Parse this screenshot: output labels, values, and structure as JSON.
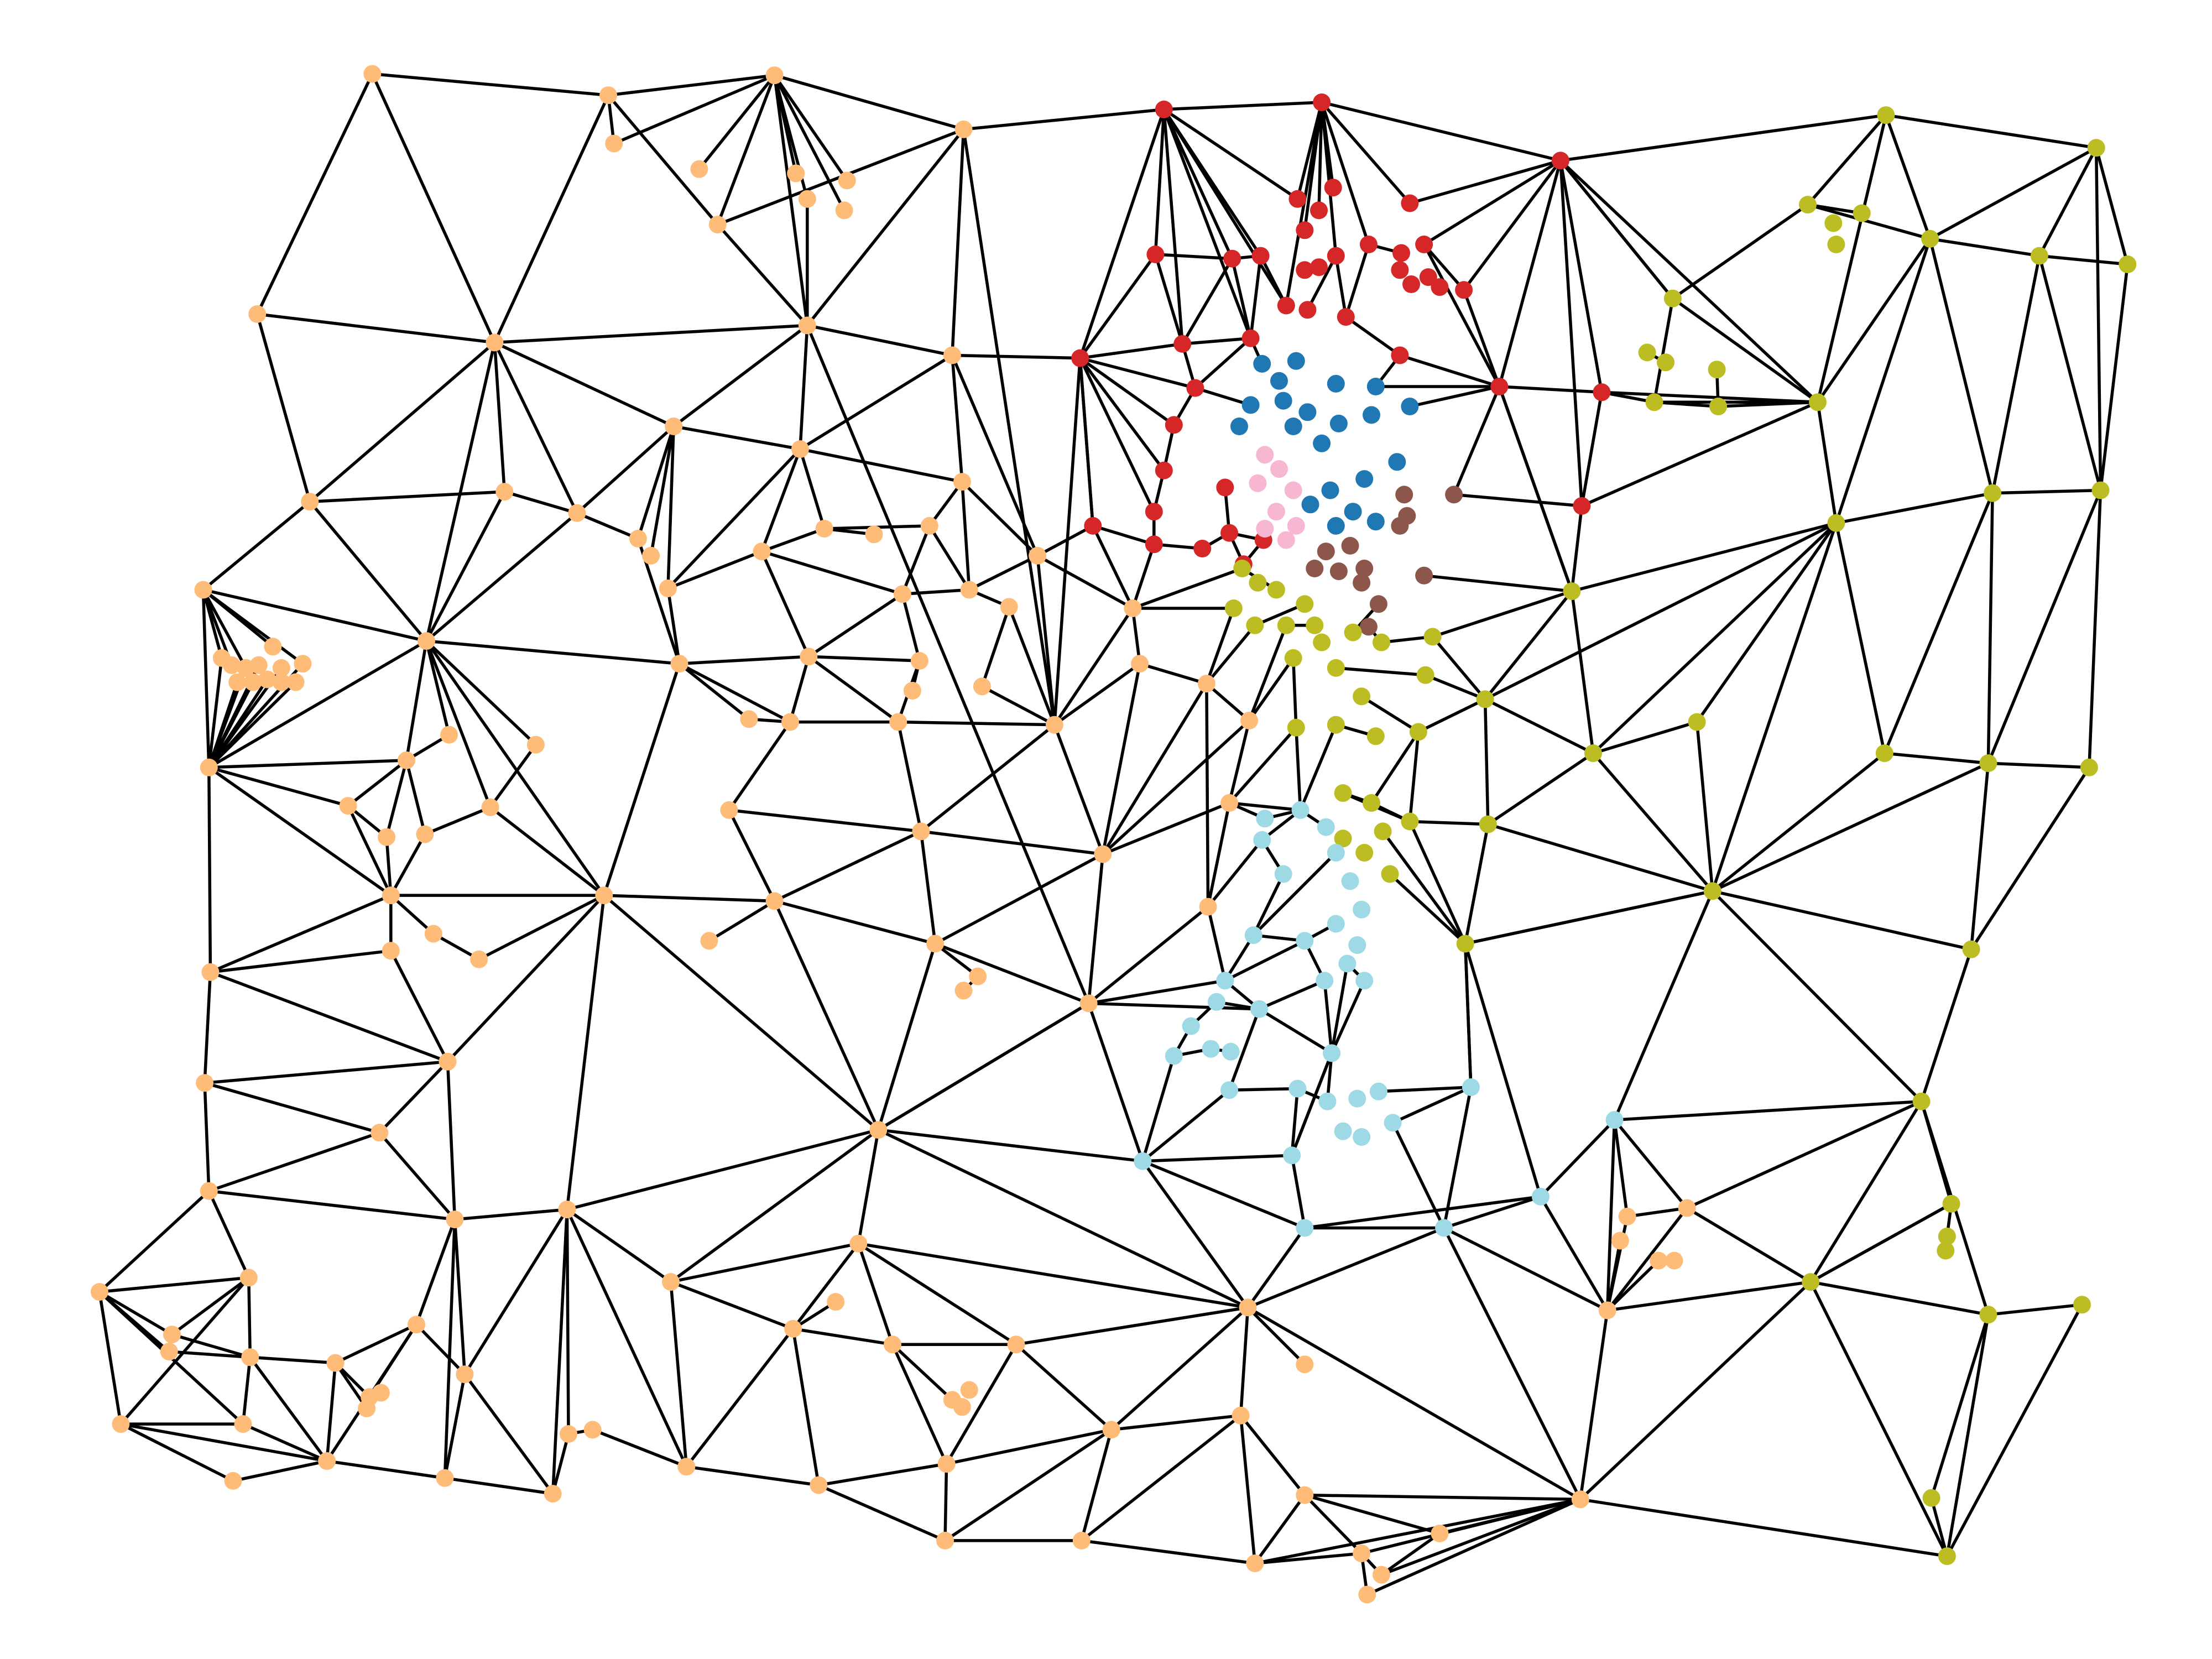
{
  "diagram": {
    "type": "network-graph",
    "node_groups": [
      {
        "id": "orange",
        "color": "#ffbb78"
      },
      {
        "id": "red",
        "color": "#d62728"
      },
      {
        "id": "blue",
        "color": "#1f77b4"
      },
      {
        "id": "pink",
        "color": "#f7b6d2"
      },
      {
        "id": "brown",
        "color": "#8c564b"
      },
      {
        "id": "olive",
        "color": "#bcbd22"
      },
      {
        "id": "cyan",
        "color": "#9edae5"
      }
    ],
    "edge_color": "#000000",
    "background": "#ffffff"
  }
}
